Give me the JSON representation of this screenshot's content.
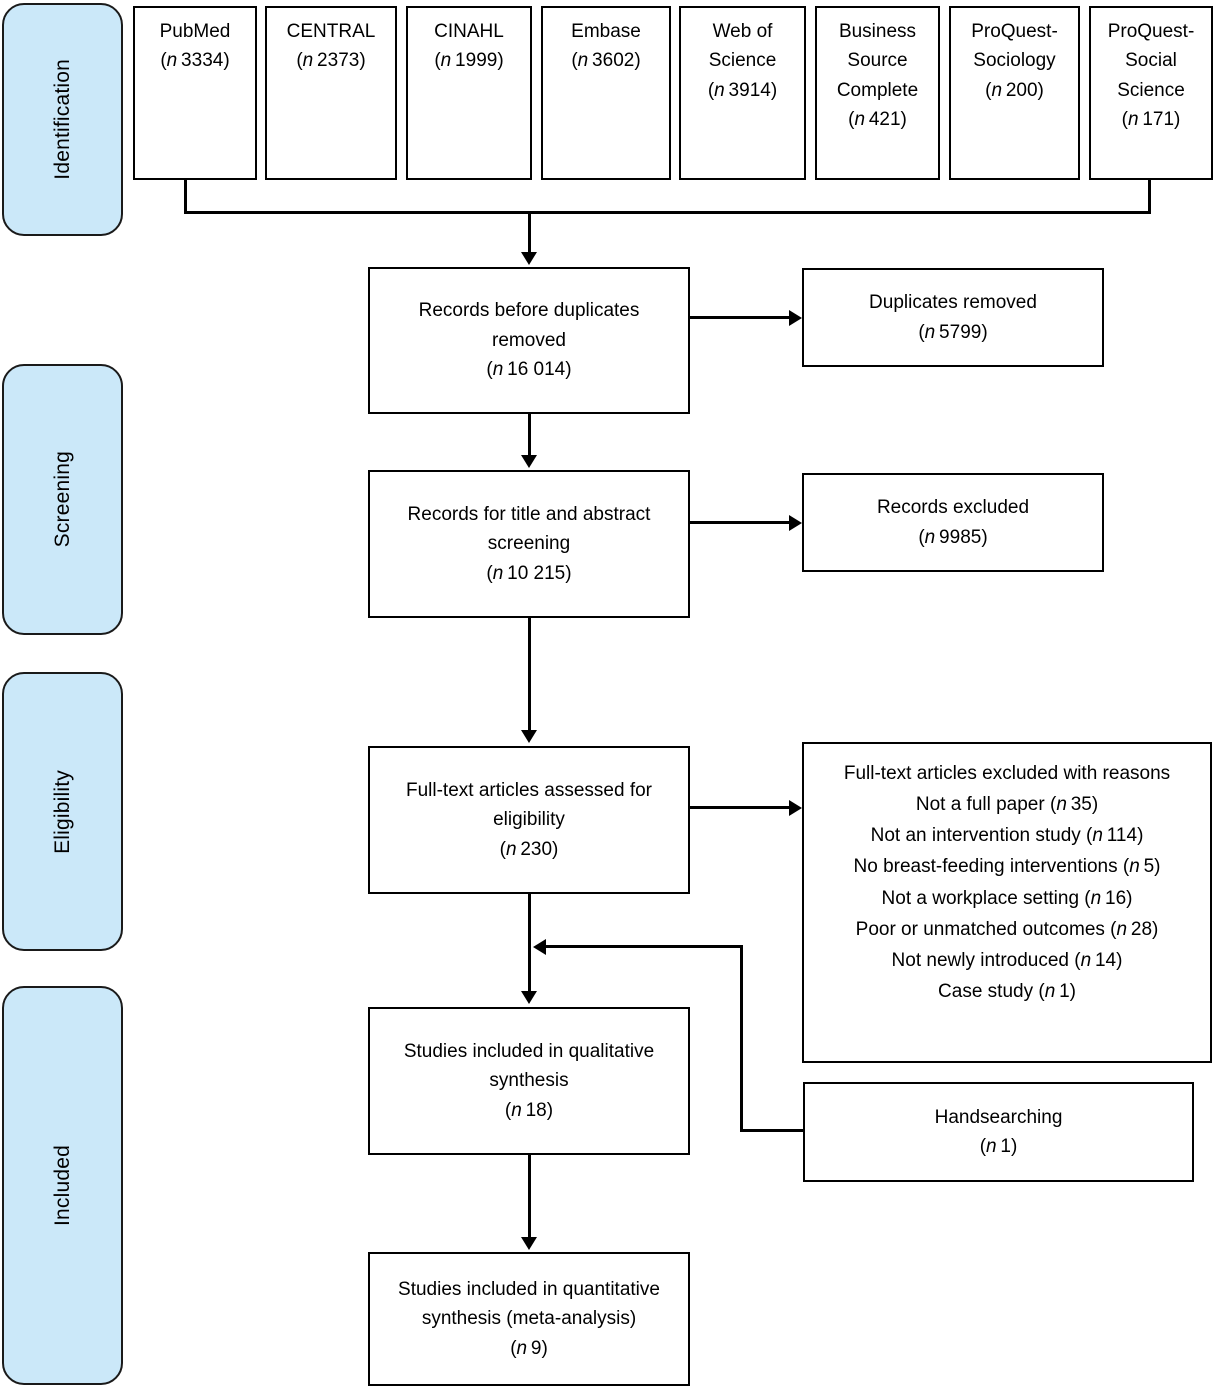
{
  "diagram": {
    "type": "prisma-flow-diagram",
    "accent_fill": "#cbe8f9",
    "border_color": "#000000"
  },
  "stages": [
    {
      "label": "Identification"
    },
    {
      "label": "Screening"
    },
    {
      "label": "Eligibility"
    },
    {
      "label": "Included"
    }
  ],
  "sources": [
    {
      "name": "PubMed",
      "count": "(n 3334)"
    },
    {
      "name": "CENTRAL",
      "count": "(n 2373)"
    },
    {
      "name": "CINAHL",
      "count": "(n 1999)"
    },
    {
      "name": "Embase",
      "count": "(n 3602)"
    },
    {
      "name": "Web of Science",
      "count": "(n 3914)"
    },
    {
      "name": "Business Source Complete",
      "count": "(n 421)"
    },
    {
      "name": "ProQuest-Sociology",
      "count": "(n 200)"
    },
    {
      "name": "ProQuest-Social Science",
      "count": "(n 171)"
    }
  ],
  "flow": {
    "records_before_duplicates": {
      "line1": "Records before duplicates",
      "line2": "removed",
      "count": "(n 16 014)"
    },
    "duplicates_removed": {
      "line1": "Duplicates removed",
      "count": "(n 5799)"
    },
    "records_screening": {
      "line1": "Records for title and abstract",
      "line2": "screening",
      "count": "(n 10 215)"
    },
    "records_excluded": {
      "line1": "Records excluded",
      "count": "(n 9985)"
    },
    "fulltext_assessed": {
      "line1": "Full-text articles assessed for",
      "line2": "eligibility",
      "count": "(n 230)"
    },
    "fulltext_excluded": {
      "heading": "Full-text articles excluded with reasons",
      "reasons": [
        "Not a full paper (n 35)",
        "Not an intervention study (n 114)",
        "No breast-feeding interventions (n 5)",
        "Not a workplace setting (n 16)",
        "Poor or unmatched outcomes (n 28)",
        "Not newly introduced (n 14)",
        "Case study (n 1)"
      ]
    },
    "qualitative_synthesis": {
      "line1": "Studies included in qualitative",
      "line2": "synthesis",
      "count": "(n 18)"
    },
    "handsearching": {
      "line1": "Handsearching",
      "count": "(n 1)"
    },
    "quantitative_synthesis": {
      "line1": "Studies included in quantitative",
      "line2": "synthesis (meta-analysis)",
      "count": "(n 9)"
    }
  }
}
